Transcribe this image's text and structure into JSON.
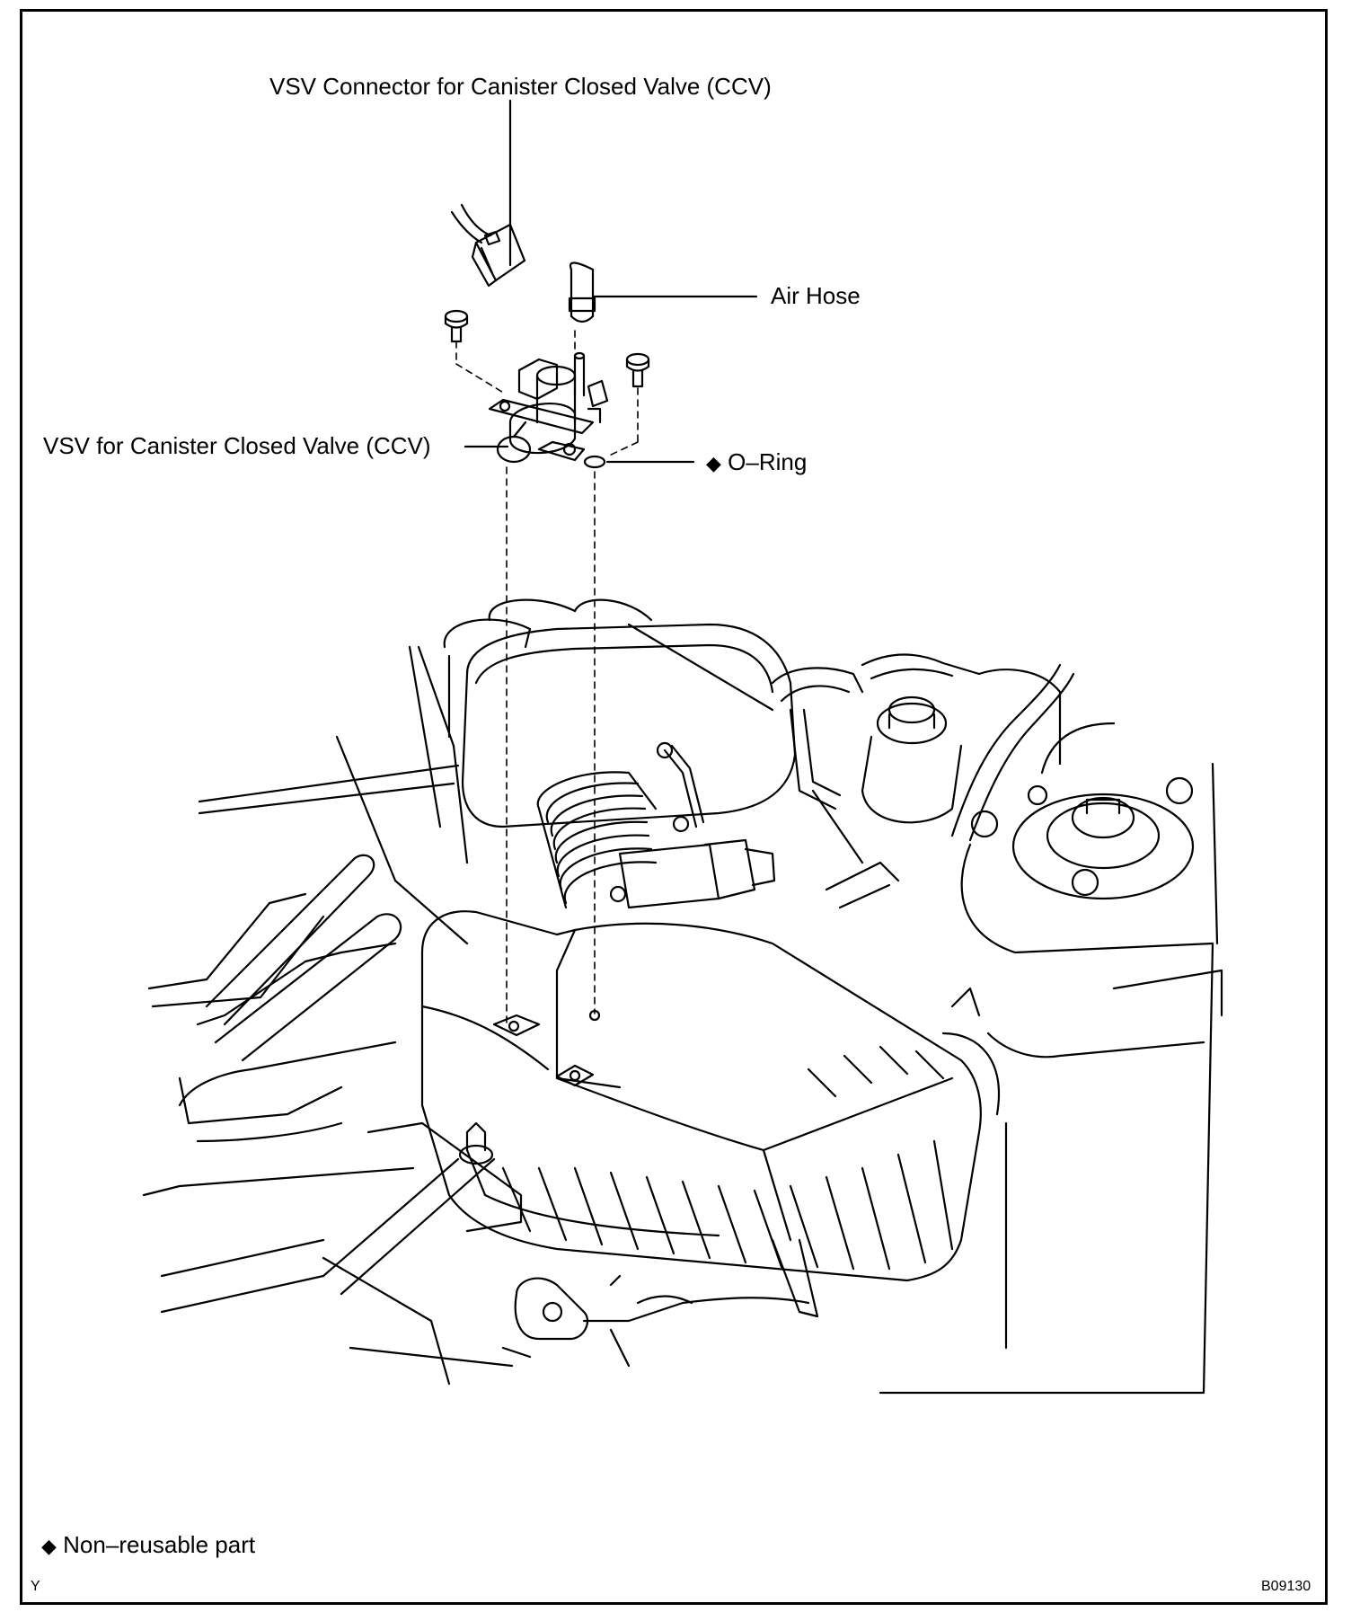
{
  "labels": {
    "vsv_connector": "VSV Connector for Canister Closed Valve (CCV)",
    "air_hose": "Air Hose",
    "vsv": "VSV for Canister Closed Valve (CCV)",
    "o_ring": "O–Ring",
    "legend": "Non–reusable part",
    "corner_left": "Y",
    "corner_right": "B09130"
  },
  "symbols": {
    "non_reusable": "◆"
  },
  "colors": {
    "ink": "#000000",
    "paper": "#ffffff"
  }
}
